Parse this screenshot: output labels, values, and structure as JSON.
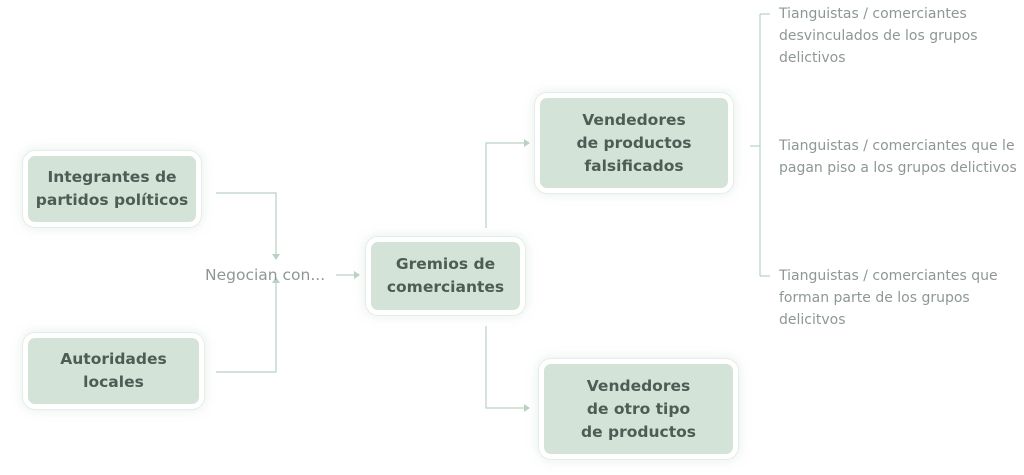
{
  "diagram": {
    "nodes": {
      "politicos": "Integrantes de partidos políticos",
      "autoridades": "Autoridades locales",
      "gremios": "Gremios de comerciantes",
      "falsificados": "Vendedores de productos falsificados",
      "otro_tipo": "Vendedores de otro tipo de productos"
    },
    "edge_label": "Negocian con...",
    "leaves": [
      "Tianguistas / comerciantes desvinculados de los grupos delictivos",
      "Tianguistas / comerciantes que le pagan piso a los grupos delictivos",
      "Tianguistas / comerciantes que forman parte de los grupos delicitvos"
    ],
    "colors": {
      "node_fill": "#d3e3d8",
      "node_text": "#4c5d55",
      "connector": "#b9d2c2",
      "muted_text": "#8d9893"
    }
  }
}
